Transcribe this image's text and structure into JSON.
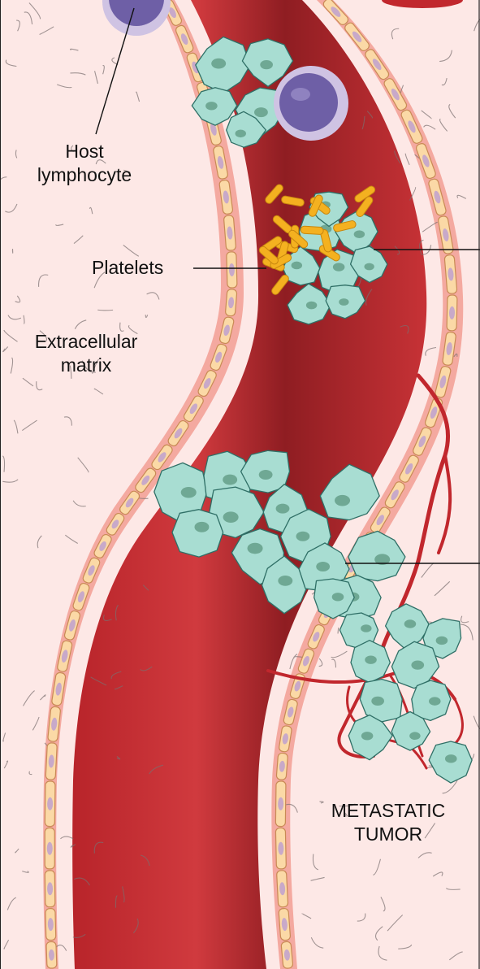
{
  "labels": {
    "host_lymphocyte_line1": "Host",
    "host_lymphocyte_line2": "lymphocyte",
    "platelets": "Platelets",
    "extracellular_matrix_line1": "Extracellular",
    "extracellular_matrix_line2": "matrix",
    "metastatic_tumor_line1": "METASTATIC",
    "metastatic_tumor_line2": "TUMOR"
  },
  "colors": {
    "background_tissue": "#fde8e6",
    "vessel_blood": "#c1272d",
    "vessel_dark": "#8f1d22",
    "vessel_wall_pink": "#f4a9a0",
    "endothelial": "#fbd9a6",
    "endothelial_nucleus": "#c8a9c9",
    "tumor_cell": "#a8ddd2",
    "tumor_nucleus": "#6fa894",
    "platelet": "#f4b120",
    "lymphocyte": "#6e5fa6",
    "lymphocyte_halo": "#cfc3e3",
    "new_vessel": "#c1272d"
  }
}
